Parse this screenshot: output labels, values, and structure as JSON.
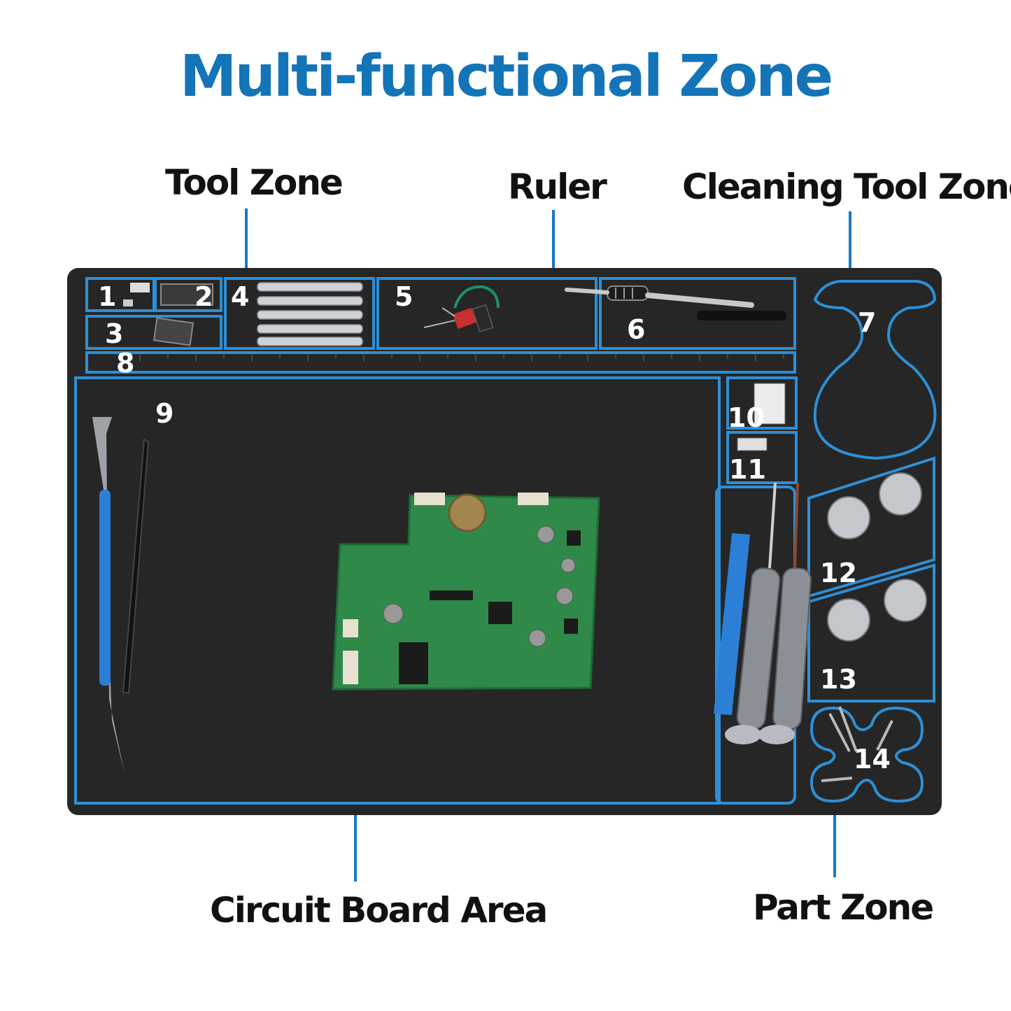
{
  "title": "Multi-functional Zone",
  "callouts": {
    "tool_zone": "Tool Zone",
    "ruler": "Ruler",
    "cleaning_tool_zone": "Cleaning Tool Zone",
    "circuit_board_area": "Circuit Board Area",
    "part_zone": "Part Zone"
  },
  "compartments": [
    "1",
    "2",
    "3",
    "4",
    "5",
    "6",
    "7",
    "8",
    "9",
    "10",
    "11",
    "12",
    "13",
    "14"
  ],
  "colors": {
    "title": "#1474b8",
    "accent_outline": "#2e8fd6",
    "mat": "#262626",
    "pcb": "#2f8a4a"
  }
}
